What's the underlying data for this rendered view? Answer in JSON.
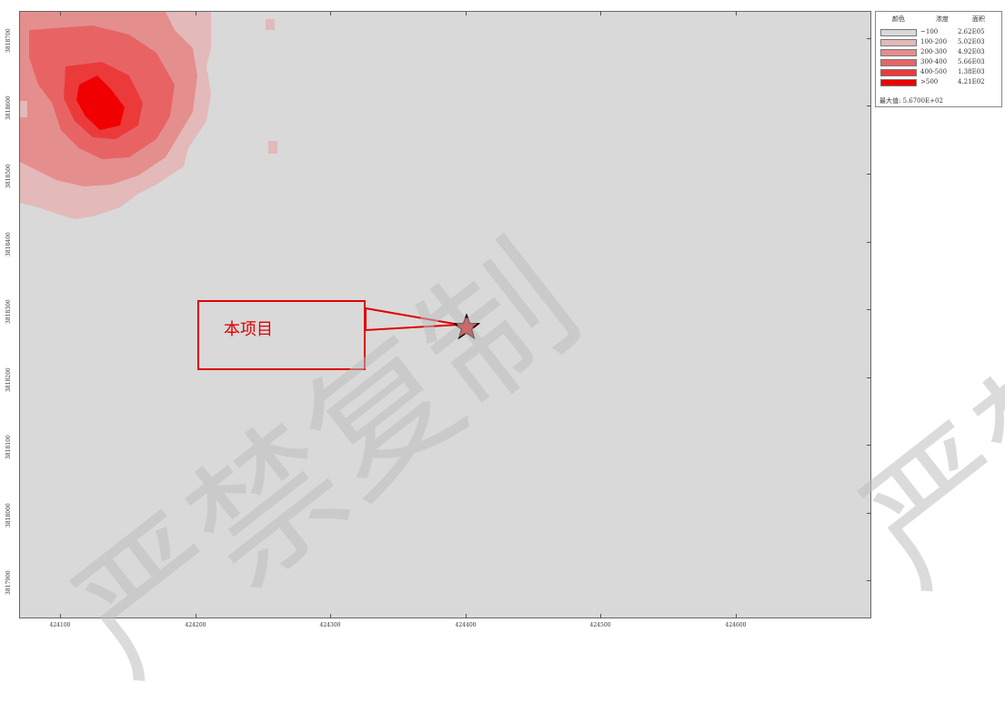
{
  "map": {
    "background_color": "#d9d9d9",
    "x_tick_labels": [
      "424100",
      "424200",
      "424300",
      "424400",
      "424500",
      "424600"
    ],
    "y_tick_labels": [
      "3818700",
      "3818600",
      "3818500",
      "3818400",
      "3818300",
      "3818200",
      "3818100",
      "3818000",
      "3817900"
    ]
  },
  "legend": {
    "header_color": "颜色",
    "header_conc": "浓度",
    "header_area": "面积",
    "rows": [
      {
        "range": "~100",
        "area": "2.62E05",
        "color": "#d9d9d9"
      },
      {
        "range": "100-200",
        "area": "5.02E03",
        "color": "#e3b9b9"
      },
      {
        "range": "200-300",
        "area": "4.92E03",
        "color": "#e58e8e"
      },
      {
        "range": "300-400",
        "area": "5.66E03",
        "color": "#e86464"
      },
      {
        "range": "400-500",
        "area": "1.38E03",
        "color": "#ec3a3a"
      },
      {
        "range": ">500",
        "area": "4.21E02",
        "color": "#f00000"
      }
    ],
    "max_value": "最大值: 5.6700E+02"
  },
  "callout": {
    "label": "本项目",
    "color": "#e00000"
  },
  "watermark": {
    "text_left": "严禁复制",
    "text_right": "严禁"
  }
}
